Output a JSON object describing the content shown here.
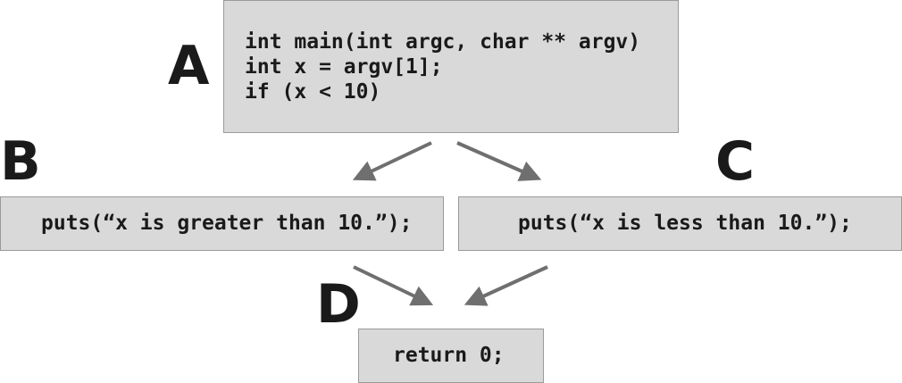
{
  "nodes": {
    "a": {
      "label": "A",
      "lines": [
        "int main(int argc, char ** argv)",
        "int x = argv[1];",
        "if (x < 10)"
      ]
    },
    "b": {
      "label": "B",
      "code": "puts(“x is greater than 10.”);"
    },
    "c": {
      "label": "C",
      "code": "puts(“x is less than 10.”);"
    },
    "d": {
      "label": "D",
      "code": "return 0;"
    }
  },
  "edges": [
    {
      "from": "A",
      "to": "B"
    },
    {
      "from": "A",
      "to": "C"
    },
    {
      "from": "B",
      "to": "D"
    },
    {
      "from": "C",
      "to": "D"
    }
  ],
  "colors": {
    "block_fill": "#d9d9d9",
    "block_border": "#9a9a9a",
    "arrow": "#6f6f6f",
    "text": "#1a1a1a"
  }
}
